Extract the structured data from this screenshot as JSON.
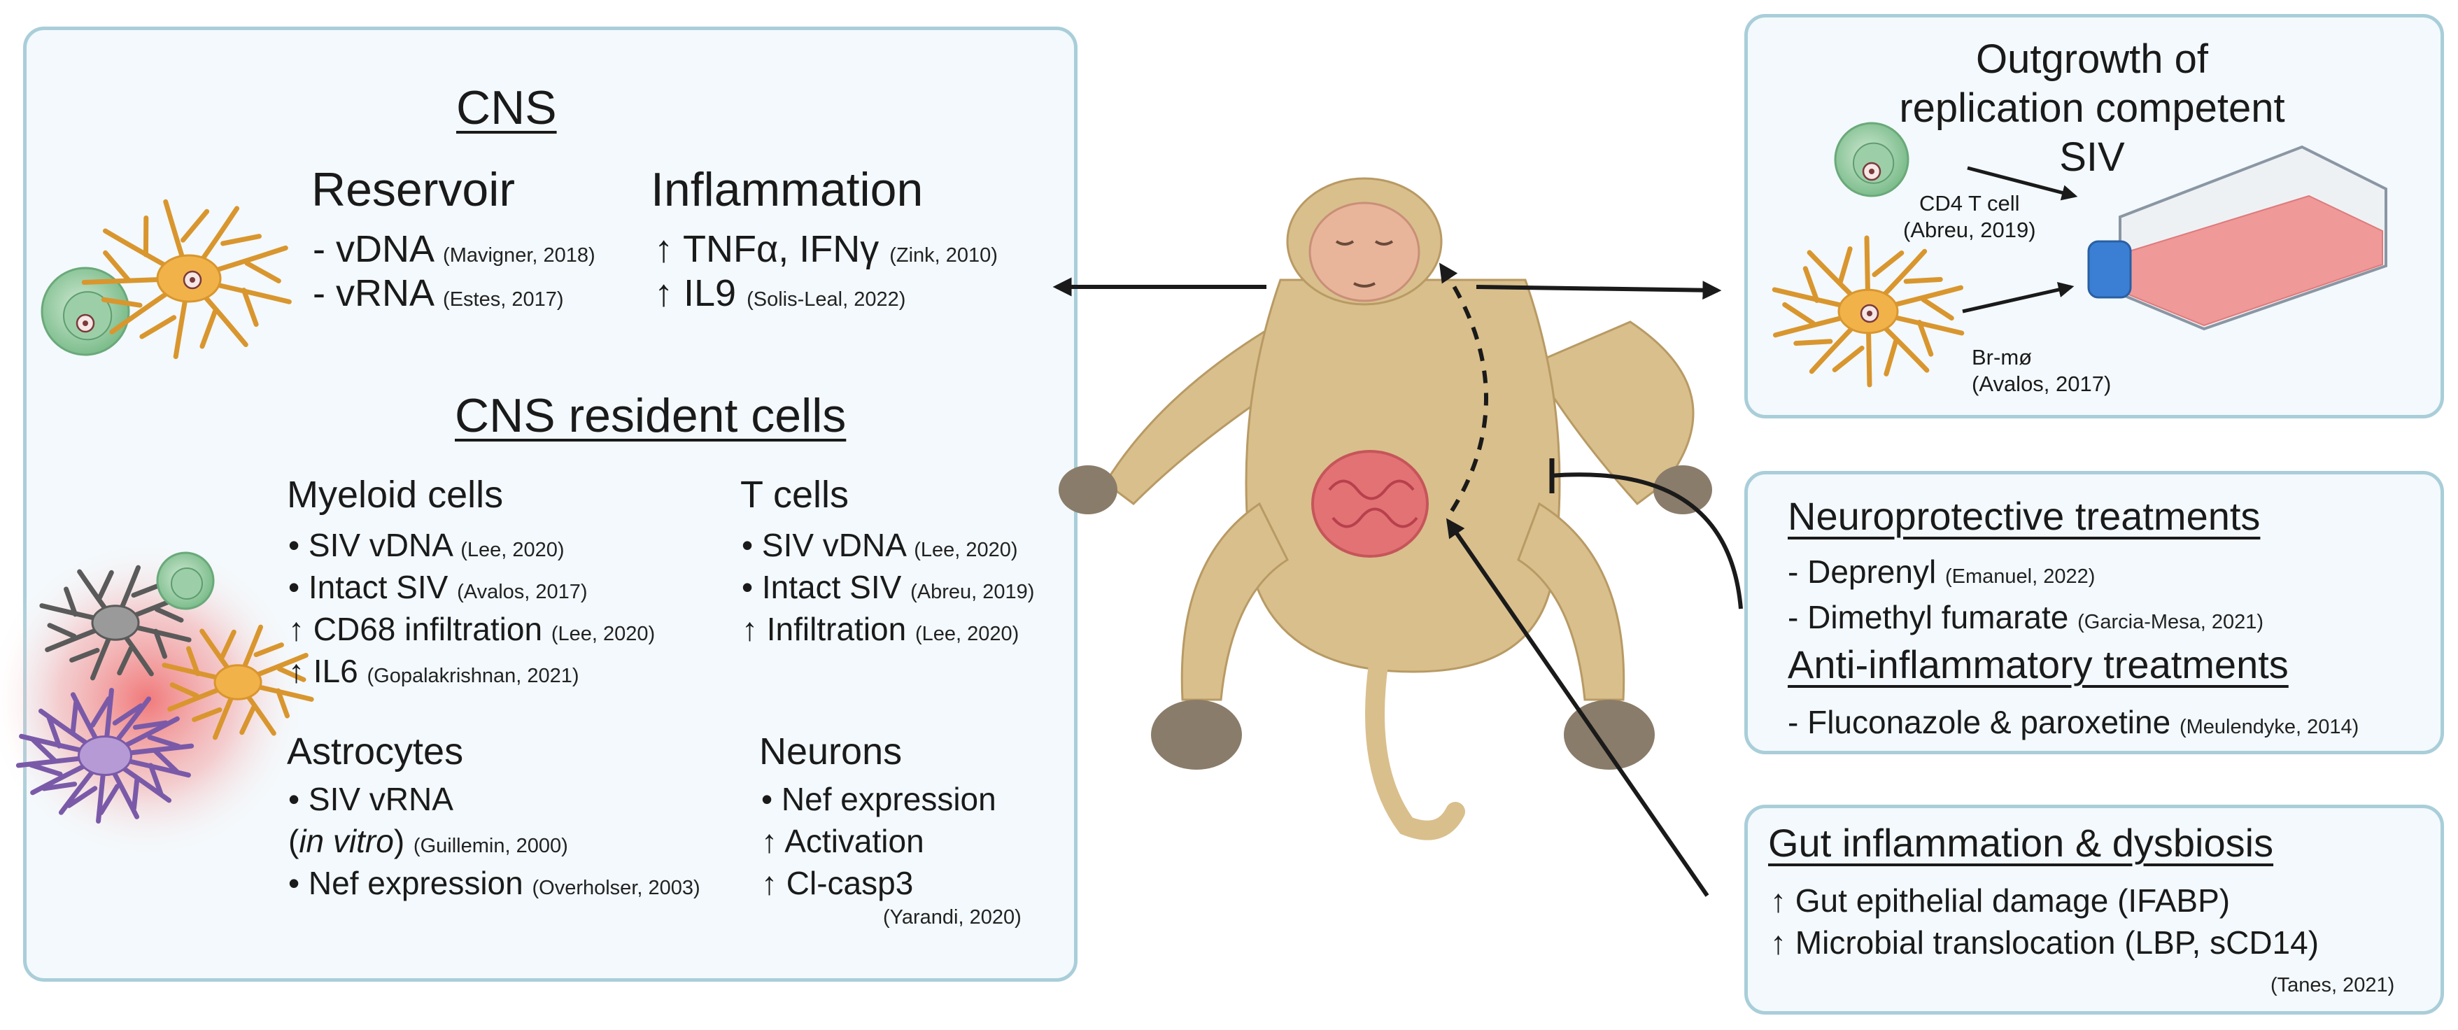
{
  "cns_panel": {
    "title": "CNS",
    "reservoir": {
      "heading": "Reservoir",
      "items": [
        {
          "text": "- vDNA",
          "cite": "(Mavigner, 2018)"
        },
        {
          "text": "- vRNA",
          "cite": "(Estes, 2017)"
        }
      ]
    },
    "inflammation": {
      "heading": "Inflammation",
      "items": [
        {
          "text": "↑ TNFα, IFNγ",
          "cite": "(Zink, 2010)"
        },
        {
          "text": "↑ IL9",
          "cite": "(Solis-Leal, 2022)"
        }
      ]
    },
    "resident_title": "CNS resident cells",
    "myeloid": {
      "heading": "Myeloid cells",
      "items": [
        {
          "text": "• SIV vDNA",
          "cite": "(Lee, 2020)"
        },
        {
          "text": "• Intact SIV",
          "cite": "(Avalos, 2017)"
        },
        {
          "text": "↑ CD68 infiltration",
          "cite": "(Lee, 2020)"
        },
        {
          "text": "↑ IL6",
          "cite": "(Gopalakrishnan, 2021)"
        }
      ]
    },
    "tcells": {
      "heading": "T cells",
      "items": [
        {
          "text": "• SIV vDNA",
          "cite": "(Lee, 2020)"
        },
        {
          "text": "• Intact SIV",
          "cite": "(Abreu, 2019)"
        },
        {
          "text": "↑ Infiltration",
          "cite": "(Lee, 2020)"
        }
      ]
    },
    "astrocytes": {
      "heading": "Astrocytes",
      "line1": "• SIV vRNA",
      "line2_open": "(",
      "line2_italic": "in vitro",
      "line2_close": ")",
      "line2_cite": "(Guillemin, 2000)",
      "line3": "• Nef expression",
      "line3_cite": "(Overholser, 2003)"
    },
    "neurons": {
      "heading": "Neurons",
      "items": [
        "• Nef expression",
        "↑ Activation",
        "↑ Cl-casp3"
      ],
      "cite": "(Yarandi, 2020)"
    }
  },
  "outgrowth_panel": {
    "title_lines": [
      "Outgrowth of",
      "replication competent",
      "SIV"
    ],
    "cd4_label": "CD4 T cell",
    "cd4_cite": "(Abreu, 2019)",
    "brm_label": "Br-mø",
    "brm_cite": "(Avalos, 2017)"
  },
  "neuro_panel": {
    "neuro_title": "Neuroprotective treatments",
    "neuro_items": [
      {
        "text": "- Deprenyl",
        "cite": "(Emanuel, 2022)"
      },
      {
        "text": "- Dimethyl fumarate",
        "cite": "(Garcia-Mesa, 2021)"
      }
    ],
    "anti_title": "Anti-inflammatory treatments",
    "anti_items": [
      {
        "text": "- Fluconazole & paroxetine",
        "cite": "(Meulendyke, 2014)"
      }
    ]
  },
  "gut_panel": {
    "title": "Gut inflammation & dysbiosis",
    "items": [
      "↑ Gut epithelial damage (IFABP)",
      "↑ Microbial translocation (LBP, sCD14)"
    ],
    "cite": "(Tanes, 2021)"
  },
  "colors": {
    "panel_border": "#a9ced9",
    "panel_fill": "#f3f9fc",
    "macaque_fur": "#d9bf8c",
    "macaque_face": "#e8b49a",
    "gut": "#e36a72",
    "astro": "#f2b24a",
    "tcell": "#8cc79a",
    "flask_cap": "#3a7fd4",
    "flask_media": "#f08a8a"
  }
}
